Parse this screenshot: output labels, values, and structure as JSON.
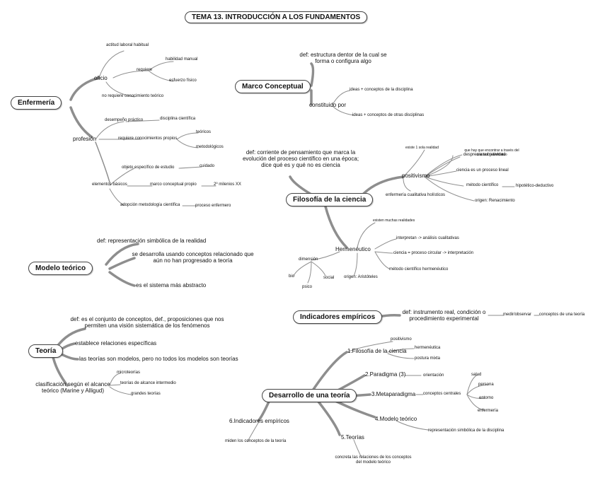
{
  "title": "TEMA 13. INTRODUCCIÓN A LOS FUNDAMENTOS",
  "enfermeria": {
    "label": "Enfermería",
    "oficio": "oficio",
    "actitud": "actitud laboral habitual",
    "requiere": "requiere",
    "habilidad": "habilidad manual",
    "esfuerzo": "esfuerzo físico",
    "no_requiere": "no requiere conocimiento teórico",
    "profesion": "profesión",
    "desempeno": "desempeño práctico",
    "disciplina": "disciplina científica",
    "conocimientos": "requiere conocimientos propios",
    "teoricos": "teóricos",
    "metodologicos": "metodológicos",
    "elementos": "elementos básicos",
    "objeto": "objeto específico de estudio",
    "cuidado": "cuidado",
    "marco_propio": "marco conceptual propio",
    "milenios": "2º milenios XX",
    "adopcion": "adopción metodología científica",
    "proceso": "proceso enfermero"
  },
  "marco": {
    "label": "Marco Conceptual",
    "def": "def: estructura dentor de la cual se forma o configura algo",
    "constituido": "constituido por",
    "ideas1": "ideas + conceptos de la disciplina",
    "ideas2": "ideas + conceptos de otras disciplinas"
  },
  "filosofia": {
    "label": "Filosofía de la ciencia",
    "def": "def: corriente de pensamiento que marca la evolución del proceso científico en una época; dice qué es y qué no es ciencia",
    "positivismo": "positivismo",
    "existe": "existe 1 sola realidad",
    "encontrar": "que hay que encontrar a través del análisis cuantitativo",
    "desprecia": "desprecia subjetividad",
    "ciencia_lineal": "ciencia es un proceso lineal",
    "metodo_cientifico": "método científico",
    "hipotetico": "hipotético-deductivo",
    "origen_renac": "origen: Renacimiento",
    "enfermeria_cualitativa": "enfermería cualitativa holísticos",
    "hermeneutico": "Hermenéutico",
    "existen": "existen muchas realidades",
    "interpretan": "interpretan -> análisis cualitativas",
    "ciencia_circular": "ciencia = proceso circular -> interpretación",
    "metodo_herm": "método científico hermenéutico",
    "origen_arist": "origen: Aristóteles",
    "dimension": "dimensión",
    "bio": "bio",
    "psico": "psico",
    "social": "social"
  },
  "modelo": {
    "label": "Modelo teórico",
    "def": "def: representación simbólica de la realidad",
    "desarrolla": "se desarrolla usando conceptos relacionado que aún no han progresado a teoría",
    "abstracto": "es el sistema más abstracto"
  },
  "teoria": {
    "label": "Teoría",
    "def": "def: es el conjunto de conceptos, def., proposiciones que nos permiten una visión sistemática de los fenómenos",
    "establece": "establece relaciones específicas",
    "modelos": "las teorías son modelos, pero no todos los modelos son teorías",
    "clasificacion": "clasificación según el alcance teórico (Marine y Alligud)",
    "micro": "microteorías",
    "intermedio": "teorías de alcance intermedio",
    "grandes": "grandes teorías"
  },
  "indicadores": {
    "label": "Indicadores empíricos",
    "def": "def: instrumento real, condición o procedimiento experimental",
    "medir": "medir/observar",
    "conceptos": "conceptos de una teoría"
  },
  "desarrollo": {
    "label": "Desarrollo de una teoría",
    "b1": "1.Filosofía de la ciencia",
    "b1_pos": "positivismo",
    "b1_her": "hermenéutica",
    "b1_mix": "postura mixta",
    "b2": "2.Paradigma (3)",
    "b2_or": "orientación",
    "b3": "3.Metaparadigma",
    "b3_cc": "conceptos centrales",
    "b3_salud": "salud",
    "b3_persona": "persona",
    "b3_entorno": "entorno",
    "b3_enf": "enfermería",
    "b4": "4.Modelo teórico",
    "b4_rep": "representación simbólica de la disciplina",
    "b5": "5.Teorías",
    "b5_conc": "concreta las relaciones de los conceptos del modelo teórico",
    "b6": "6.Indicadores empíricos",
    "b6_mide": "miden los conceptos de la teoría"
  },
  "colors": {
    "branch": "#8a8a8a",
    "line": "#9a9a9a",
    "border": "#444444",
    "text": "#111111"
  }
}
